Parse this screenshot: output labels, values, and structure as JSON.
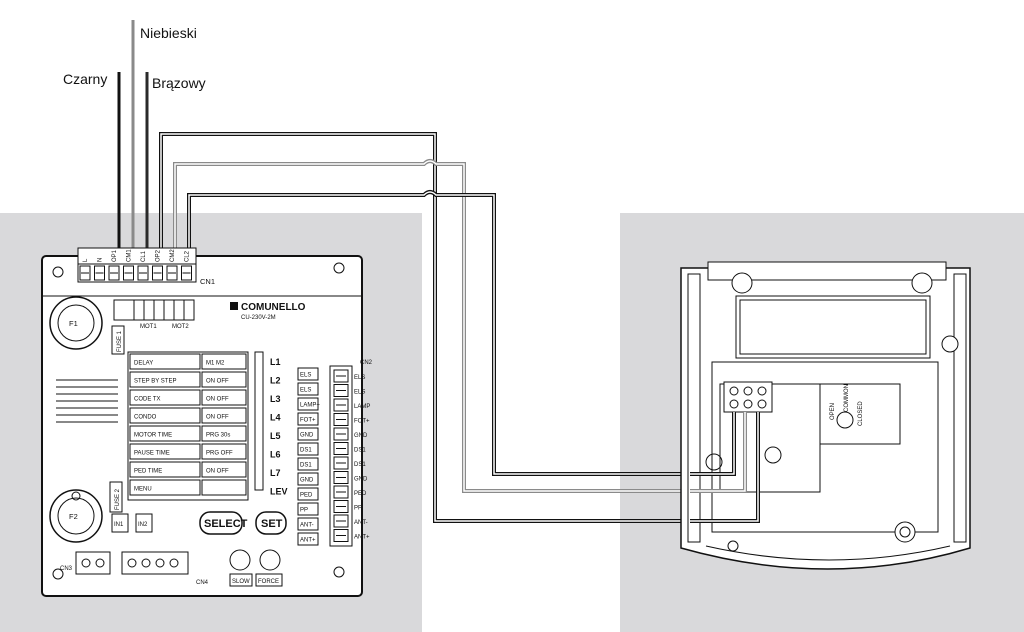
{
  "wire_labels": {
    "black": "Czarny",
    "blue": "Niebieski",
    "brown": "Brązowy"
  },
  "controller": {
    "brand": "COMUNELLO",
    "model": "CU-230V-2M",
    "top_terminals": [
      "L",
      "N",
      "OP1",
      "CM1",
      "CL1",
      "OP2",
      "CM2",
      "CL2"
    ],
    "connector_top": "CN1",
    "connector_right": "CN2",
    "connector_bottom_left": "CN3",
    "connector_bottom": "CN4",
    "motor1_label": "MOT1",
    "motor2_label": "MOT2",
    "fuse1": "FUSE 1",
    "fuse2": "FUSE 2",
    "f1": "F1",
    "f2": "F2",
    "menu_rows": [
      {
        "name": "DELAY",
        "options": "M1 M2"
      },
      {
        "name": "STEP BY STEP",
        "options": "ON OFF"
      },
      {
        "name": "CODE TX",
        "options": "ON OFF"
      },
      {
        "name": "CONDO",
        "options": "ON OFF"
      },
      {
        "name": "MOTOR TIME",
        "options": "PRG 30s"
      },
      {
        "name": "PAUSE TIME",
        "options": "PRG OFF"
      },
      {
        "name": "PED TIME",
        "options": "ON OFF"
      },
      {
        "name": "MENU",
        "options": ""
      }
    ],
    "leds": [
      "L1",
      "L2",
      "L3",
      "L4",
      "L5",
      "L6",
      "L7",
      "LEV"
    ],
    "right_terminals": [
      "ELS",
      "ELS",
      "LAMP",
      "FOT+",
      "GND",
      "DS1",
      "DS1",
      "GND",
      "PED",
      "PP",
      "ANT-",
      "ANT+"
    ],
    "side_labels": [
      "ELS",
      "ELS",
      "LAMP+",
      "FOT+",
      "GND",
      "DS1",
      "DS1",
      "GND",
      "PED",
      "PP",
      "ANT-",
      "ANT+"
    ],
    "select_button": "SELECT",
    "set_button": "SET",
    "slow_label": "SLOW",
    "force_label": "FORCE",
    "in1": "IN1",
    "in2": "IN2"
  },
  "receiver": {
    "open": "OPEN",
    "common": "COMMON",
    "closed": "CLOSED"
  },
  "colors": {
    "panel": "#d9d9db",
    "black_wire": "#111111",
    "blue_wire": "#8a8a8a",
    "brown_wire": "#2a2a2a"
  }
}
